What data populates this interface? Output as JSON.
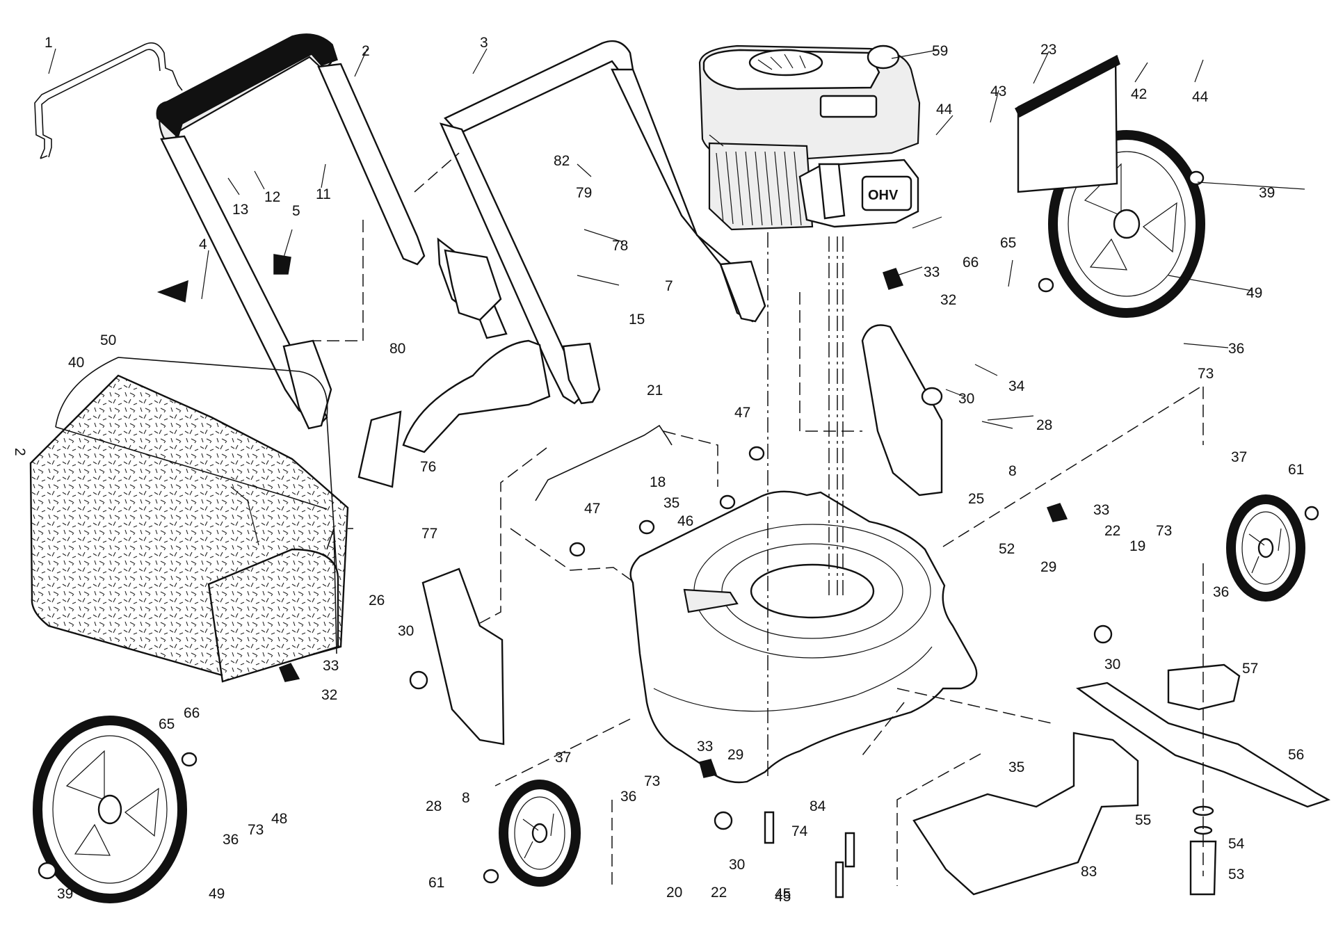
{
  "diagram": {
    "engine_badge": "OHV",
    "side_mark": "2",
    "part_labels": [
      "1",
      "2",
      "3",
      "59",
      "23",
      "42",
      "44",
      "44",
      "43",
      "12",
      "13",
      "11",
      "82",
      "79",
      "39",
      "5",
      "4",
      "78",
      "7",
      "33",
      "65",
      "66",
      "32",
      "49",
      "36",
      "73",
      "34",
      "30",
      "80",
      "15",
      "50",
      "40",
      "28",
      "8",
      "25",
      "21",
      "47",
      "18",
      "35",
      "47",
      "46",
      "76",
      "77",
      "37",
      "61",
      "33",
      "22",
      "73",
      "19",
      "36",
      "52",
      "29",
      "26",
      "30",
      "33",
      "32",
      "57",
      "66",
      "65",
      "48",
      "36",
      "73",
      "30",
      "56",
      "39",
      "49",
      "37",
      "61",
      "36",
      "73",
      "33",
      "29",
      "22",
      "20",
      "30",
      "74",
      "84",
      "45",
      "45",
      "35",
      "55",
      "54",
      "53",
      "83",
      "28",
      "8"
    ]
  }
}
